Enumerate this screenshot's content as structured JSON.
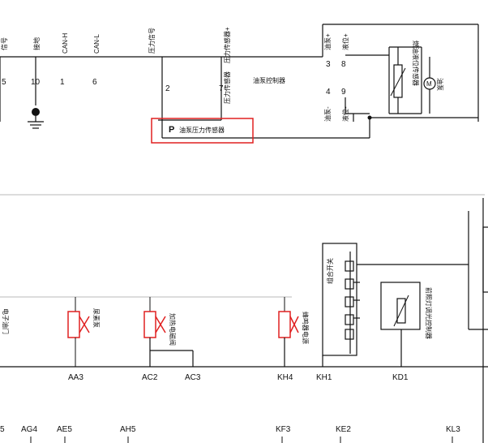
{
  "top_section": {
    "connector_labels": {
      "signal": "信号",
      "ground": "接地",
      "can_h": "CAN-H",
      "can_l": "CAN-L",
      "pressure_signal": "压力信号",
      "pressure_sensor_plus": "压力传感器+",
      "pressure_sensor": "压力传感器"
    },
    "pin_numbers": {
      "left_edge": "5",
      "ground": "10",
      "can_h": "1",
      "can_l": "6",
      "pressure_signal": "2",
      "pressure_sensor": "7",
      "p3": "3",
      "p8": "8",
      "p4": "4",
      "p9": "9"
    },
    "controller_label": "油泵控制器",
    "pressure_sensor_box_label": "油泵压力传感器",
    "pressure_sensor_symbol": "P",
    "oil_level_sensor_label": "燃油液位传感器",
    "oil_pump_label": "油泵",
    "motor_symbol": "M",
    "pin3_side_label": "油泵+",
    "pin3_inner_label": "液位+",
    "pin4_side_label": "油泵-",
    "pin4_inner_label": "液位-"
  },
  "bottom_section": {
    "components": {
      "aa3_label": "尿素泵",
      "ac2_label": "加热电磁阀",
      "kh4_label": "蜂鸣器电源",
      "kh1_label": "组合开关",
      "kd1_label": "前照灯调光控制器",
      "left_edge_label": "电子油门"
    },
    "connector_row": [
      "AA3",
      "AC2",
      "AC3",
      "KH4",
      "KH1",
      "KD1"
    ],
    "bottom_row": [
      "5",
      "AG4",
      "AE5",
      "AH5",
      "KF3",
      "KE2",
      "KL3"
    ]
  },
  "colors": {
    "wire": "#111111",
    "highlight_red": "#e02020",
    "divider_gray": "#c8c8c8"
  }
}
